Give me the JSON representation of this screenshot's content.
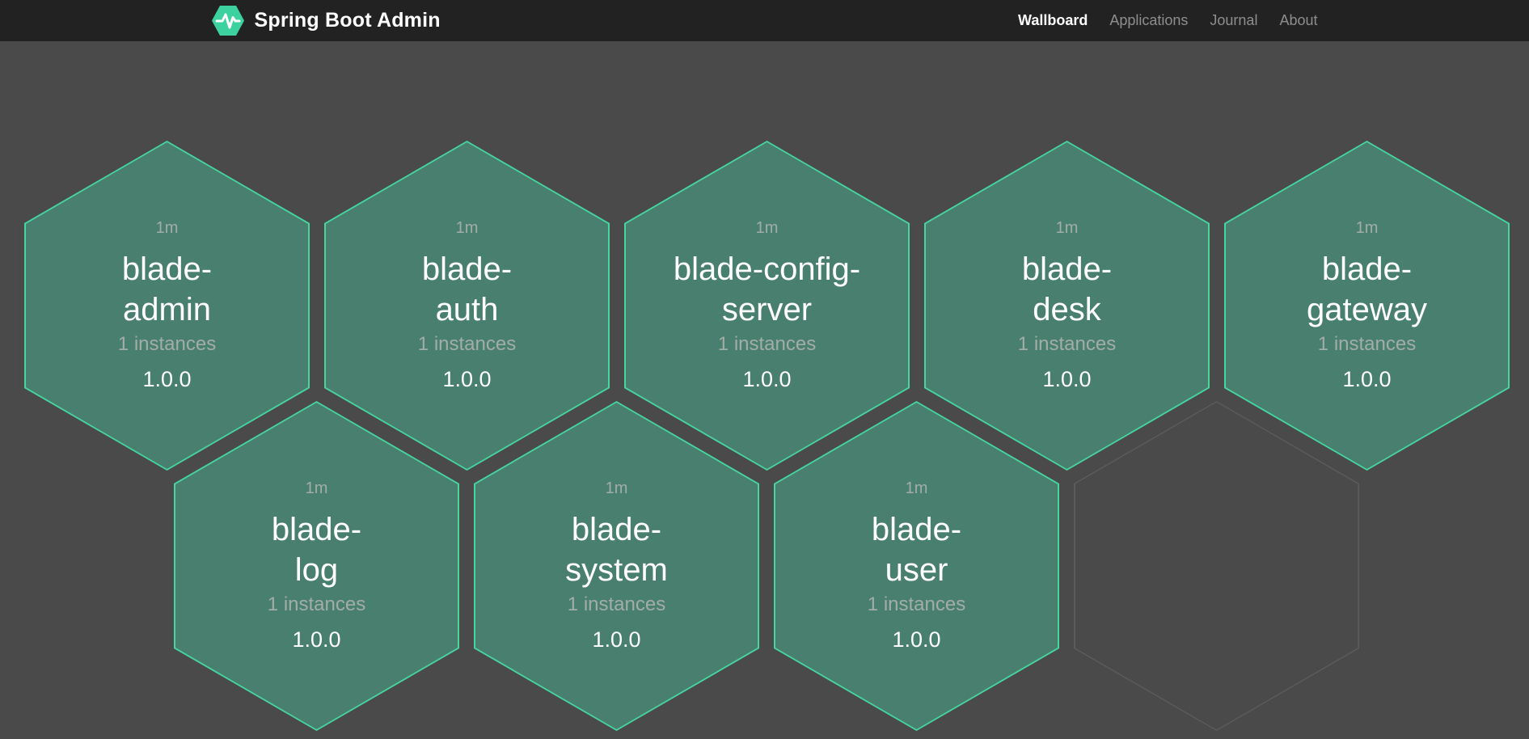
{
  "header": {
    "brand": {
      "title": "Spring Boot Admin",
      "logo_icon": "pulse-hexagon-icon"
    },
    "nav": [
      {
        "label": "Wallboard",
        "active": true
      },
      {
        "label": "Applications",
        "active": false
      },
      {
        "label": "Journal",
        "active": false
      },
      {
        "label": "About",
        "active": false
      }
    ]
  },
  "wallboard": {
    "applications": [
      {
        "name": "blade-admin",
        "name_wrapped": "blade-\nadmin",
        "uptime": "1m",
        "instances": "1 instances",
        "version": "1.0.0",
        "status": "up"
      },
      {
        "name": "blade-auth",
        "name_wrapped": "blade-\nauth",
        "uptime": "1m",
        "instances": "1 instances",
        "version": "1.0.0",
        "status": "up"
      },
      {
        "name": "blade-config-server",
        "name_wrapped": "blade-config-\nserver",
        "uptime": "1m",
        "instances": "1 instances",
        "version": "1.0.0",
        "status": "up"
      },
      {
        "name": "blade-desk",
        "name_wrapped": "blade-\ndesk",
        "uptime": "1m",
        "instances": "1 instances",
        "version": "1.0.0",
        "status": "up"
      },
      {
        "name": "blade-gateway",
        "name_wrapped": "blade-\ngateway",
        "uptime": "1m",
        "instances": "1 instances",
        "version": "1.0.0",
        "status": "up"
      },
      {
        "name": "blade-log",
        "name_wrapped": "blade-\nlog",
        "uptime": "1m",
        "instances": "1 instances",
        "version": "1.0.0",
        "status": "up"
      },
      {
        "name": "blade-system",
        "name_wrapped": "blade-\nsystem",
        "uptime": "1m",
        "instances": "1 instances",
        "version": "1.0.0",
        "status": "up"
      },
      {
        "name": "blade-user",
        "name_wrapped": "blade-\nuser",
        "uptime": "1m",
        "instances": "1 instances",
        "version": "1.0.0",
        "status": "up"
      }
    ],
    "empty_slots": 1
  },
  "colors": {
    "page_background": "#4a4a4a",
    "header_background": "#222222",
    "hexagon_fill_up": "#497f6e",
    "hexagon_border_up": "#46d7a0",
    "ghost_hexagon_border": "#5c5c5c",
    "logo_green": "#3ed1a0",
    "muted_text": "#a3ada8",
    "inactive_nav_text": "#8e8e8e"
  }
}
